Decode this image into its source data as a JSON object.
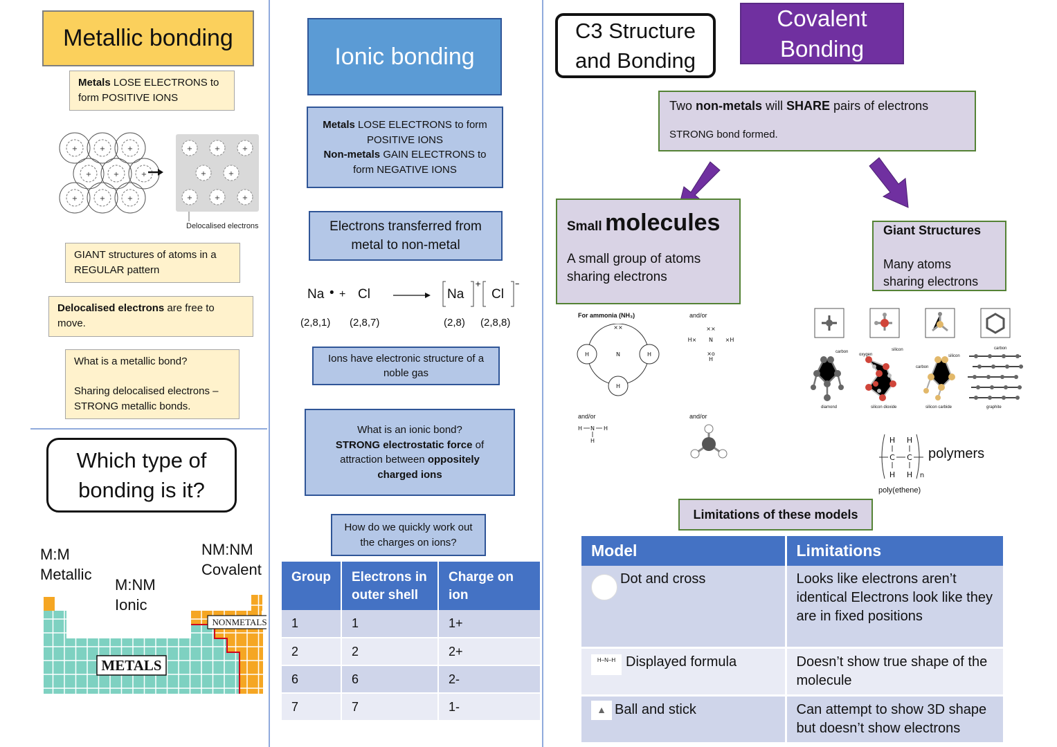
{
  "metallic": {
    "title": "Metallic bonding",
    "box1_bold": "Metals",
    "box1_rest": " LOSE ELECTRONS to form POSITIVE IONS",
    "diagram_label": "Delocalised electrons",
    "box2": "GIANT structures of atoms in a REGULAR pattern",
    "box3_bold": "Delocalised electrons",
    "box3_rest": " are free to move.",
    "box4_q": "What is a metallic bond?",
    "box4_a": "Sharing delocalised electrons – STRONG metallic bonds."
  },
  "which": {
    "title": "Which type of bonding is it?",
    "mm_1": "M:M",
    "mm_2": "Metallic",
    "mnm_1": "M:NM",
    "mnm_2": "Ionic",
    "nmnm_1": "NM:NM",
    "nmnm_2": "Covalent",
    "metals": "METALS",
    "nonmetals": "NONMETALS"
  },
  "ionic": {
    "title": "Ionic bonding",
    "box1_l1_bold": "Metals",
    "box1_l1_rest": " LOSE ELECTRONS to form",
    "box1_l2": "POSITIVE IONS",
    "box1_l3_bold": "Non-metals",
    "box1_l3_rest": " GAIN ELECTRONS to",
    "box1_l4": "form NEGATIVE IONS",
    "box2": "Electrons transferred from metal to non-metal",
    "eq_na": "Na",
    "eq_plus": "+",
    "eq_cl": "Cl",
    "eq_na_ion": "Na",
    "eq_cl_ion": "Cl",
    "config_1": "(2,8,1)",
    "config_2": "(2,8,7)",
    "config_3": "(2,8)",
    "config_4": "(2,8,8)",
    "box3": "Ions have electronic structure of a noble gas",
    "box4_q": "What is an ionic bond?",
    "box4_b1": "STRONG electrostatic force",
    "box4_r1": " of attraction between ",
    "box4_b2": "oppositely charged ions",
    "box5": "How do we quickly work out the charges on ions?",
    "table": {
      "headers": [
        "Group",
        "Electrons in outer shell",
        "Charge on ion"
      ],
      "rows": [
        [
          "1",
          "1",
          "1+"
        ],
        [
          "2",
          "2",
          "2+"
        ],
        [
          "6",
          "6",
          "2-"
        ],
        [
          "7",
          "7",
          "1-"
        ]
      ]
    }
  },
  "c3": {
    "title": "C3 Structure and Bonding"
  },
  "covalent": {
    "title": "Covalent Bonding",
    "share_pre": "Two ",
    "share_b1": "non-metals",
    "share_mid": " will ",
    "share_b2": "SHARE",
    "share_post": " pairs of electrons",
    "share_l2": "STRONG bond formed.",
    "small_pre": "Small",
    "small_big": "molecules",
    "small_desc": "A small group of atoms sharing electrons",
    "giant_title": "Giant Structures",
    "giant_desc": "Many atoms sharing electrons",
    "ammonia_label": "For ammonia (NH₃)",
    "andor_1": "and/or",
    "andor_2": "and/or",
    "andor_3": "and/or",
    "giant_labels": [
      "carbon",
      "oxygen",
      "silicon",
      "carbon",
      "silicon",
      "carbon"
    ],
    "giant_names": [
      "diamond",
      "silicon dioxide",
      "silicon carbide",
      "graphite"
    ],
    "polymers": "polymers",
    "polyethene": "poly(ethene)",
    "limitations_title": "Limitations of these models",
    "lim_table": {
      "headers": [
        "Model",
        "Limitations"
      ],
      "rows": [
        {
          "model": "Dot and cross",
          "limits": "Looks like electrons aren’t identical Electrons look like they are in fixed positions"
        },
        {
          "model": "Displayed formula",
          "limits": "Doesn’t show true shape of the molecule"
        },
        {
          "model": "Ball and stick",
          "limits": "Can attempt to show 3D shape but doesn’t show electrons"
        }
      ]
    }
  },
  "colors": {
    "yellow": "#fbd05c",
    "blue": "#5b9bd5",
    "purple": "#7030a0",
    "table_header": "#4472c4"
  }
}
